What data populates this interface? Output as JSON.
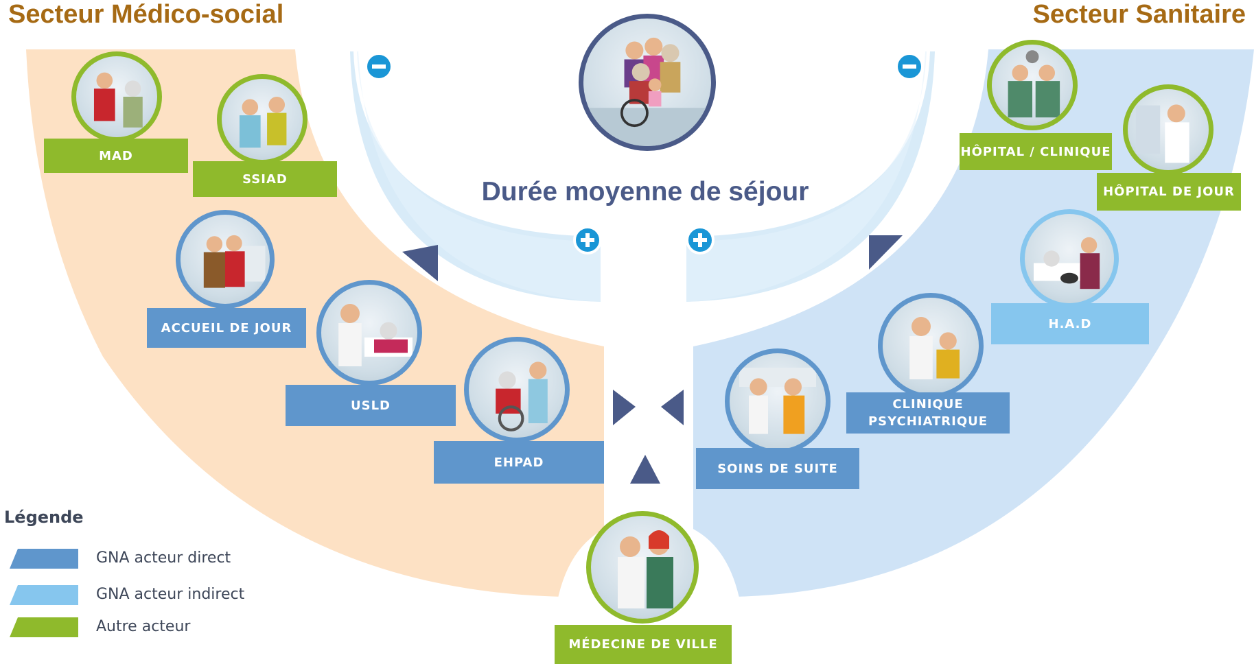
{
  "sectors": {
    "left": "Secteur Médico-social",
    "right": "Secteur Sanitaire"
  },
  "center": {
    "label": "Durée moyenne de séjour",
    "minus_left": "−",
    "minus_right": "−",
    "plus_left": "+",
    "plus_right": "+"
  },
  "actors": {
    "mad": "MAD",
    "ssiad": "SSIAD",
    "accueil": "ACCUEIL DE JOUR",
    "usld": "USLD",
    "ehpad": "EHPAD",
    "hopital": "HÔPITAL / CLINIQUE",
    "hopital_jour": "HÔPITAL DE JOUR",
    "had": "H.A.D",
    "psy_line1": "CLINIQUE",
    "psy_line2": "PSYCHIATRIQUE",
    "soins": "SOINS DE SUITE",
    "medecine": "MÉDECINE DE VILLE"
  },
  "legend": {
    "title": "Légende",
    "items": [
      {
        "label": "GNA acteur direct",
        "color": "#5f96cc"
      },
      {
        "label": "GNA acteur indirect",
        "color": "#86c6ee"
      },
      {
        "label": "Autre acteur",
        "color": "#8fba2c"
      }
    ]
  },
  "colors": {
    "medico_social_band": "#fde1c4",
    "sanitaire_band": "#cfe3f6",
    "arc": "#d8ebf8",
    "arrow": "#4a5a88",
    "title": "#a66a14",
    "direct": "#5f96cc",
    "indirect": "#86c6ee",
    "other": "#8fba2c"
  }
}
